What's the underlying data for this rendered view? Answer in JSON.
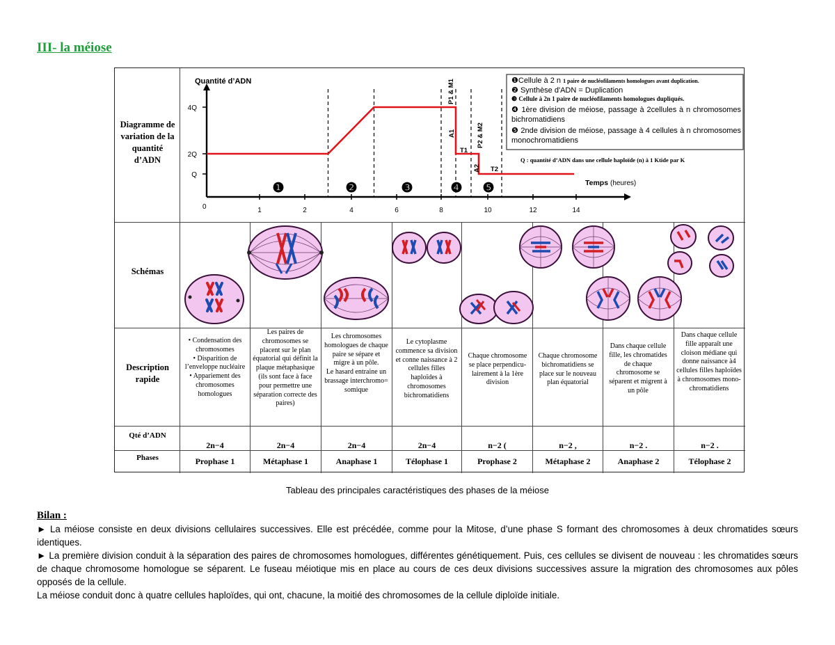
{
  "title": "III- la méiose",
  "row_labels": {
    "diagram": "Diagramme de variation de la quantité d’ADN",
    "schemas": "Schémas",
    "description": "Description rapide",
    "qty": "Qté d’ADN",
    "phases": "Phases"
  },
  "chart_data": {
    "type": "line",
    "ylabel": "Quantité d’ADN",
    "xlabel": "Temps",
    "xlabel_unit": "(heures)",
    "origin_label": "0",
    "x_ticks": [
      "1",
      "2",
      "4",
      "6",
      "8",
      "10",
      "12",
      "14"
    ],
    "y_ticks": [
      "4Q",
      "2Q",
      "Q"
    ],
    "steps": [
      "❶",
      "❷",
      "❸",
      "❹",
      "❺"
    ],
    "event_labels": [
      "P1 & M1",
      "A1",
      "T1",
      "P2 & M2",
      "A2",
      "T2"
    ],
    "series": [
      {
        "x": [
          0,
          3,
          5,
          8.5,
          8.5,
          9.5,
          9.5,
          14
        ],
        "y": [
          2,
          2,
          4,
          4,
          2,
          2,
          1,
          1
        ]
      }
    ],
    "legend": [
      {
        "num": "❶",
        "text": "Cellule à 2 n",
        "small": "1 paire de nucléofilaments homologues avant duplication."
      },
      {
        "num": "❷",
        "text": "Synthèse d'ADN = Duplication",
        "small": ""
      },
      {
        "num": "❸",
        "text": "Cellule à 2n 1 paire de nucléofilaments homologues dupliqués.",
        "small": ""
      },
      {
        "num": "❹",
        "text": "1ère division de méiose, passage à 2cellules à n chromosomes bichromatidiens",
        "small": ""
      },
      {
        "num": "❺",
        "text": "2nde division de méiose, passage à 4 cellules à n chromosomes monochromatidiens",
        "small": ""
      }
    ],
    "note": "Q : quantité d’ADN dans une cellule haploïde (n) à 1 Ktide par K"
  },
  "descriptions": [
    [
      "• Condensation des chromosomes",
      "• Disparition de l’enveloppe nucléaire",
      "• Appariement des chromosomes homologues"
    ],
    [
      "Les paires de chromosomes se placent sur le plan équatorial qui définit la plaque métaphasique (ils sont face à face pour permettre une séparation correcte des paires)"
    ],
    [
      "Les chromosomes homologues de chaque paire se sépare et migre à un pôle.",
      "Le hasard entraine un brassage interchromo= somique"
    ],
    [
      "Le cytoplasme commence sa division et conne naissance à 2 cellules filles haploïdes à chromosomes bichromatidiens"
    ],
    [
      "Chaque chromosome se place perpendicu-lairement à la 1ère division"
    ],
    [
      "Chaque chromosome bichromatidiens se place sur le nouveau plan équatorial"
    ],
    [
      "Dans chaque cellule fille, les chromatides de chaque chromosome se séparent et migrent à un pôle"
    ],
    [
      "Dans chaque cellule fille apparaît une cloison médiane qui donne naissance à4 cellules filles haploïdes à chromosomes mono- chromatidiens"
    ]
  ],
  "qty_values": [
    "2n−4",
    "2n−4",
    "2n−4",
    "2n−4",
    "n−2 (",
    "n−2 ,",
    "n−2 .",
    "n−2 ."
  ],
  "phases": [
    "Prophase 1",
    "Métaphase 1",
    "Anaphase 1",
    "Télophase 1",
    "Prophase 2",
    "Métaphase 2",
    "Anaphase 2",
    "Télophase 2"
  ],
  "caption": "Tableau des principales caractéristiques des phases de la méiose",
  "bilan": {
    "title": "Bilan :",
    "p1": "► La méiose consiste en deux divisions cellulaires successives. Elle est précédée, comme pour la Mitose, d’une phase S formant des chromosomes à deux chromatides sœurs identiques.",
    "p2": "► La première division conduit à la séparation des paires de chromosomes homologues, différentes génétiquement. Puis, ces cellules se divisent de nouveau : les chromatides sœurs de chaque chromosome homologue se séparent. Le fuseau méiotique mis en place au cours de ces deux divisions successives assure la migration des chromosomes aux pôles opposés de la cellule.",
    "p3": "La méiose conduit donc à quatre cellules haploïdes, qui ont, chacune, la moitié des chromosomes de la cellule diploïde initiale."
  },
  "colors": {
    "title": "#1f9f3b",
    "curve": "#e0141b",
    "cell_fill": "#f2c6ee",
    "cell_stroke": "#3a0f3a",
    "chrom_red": "#d21f26",
    "chrom_blue": "#1d4bb0"
  }
}
